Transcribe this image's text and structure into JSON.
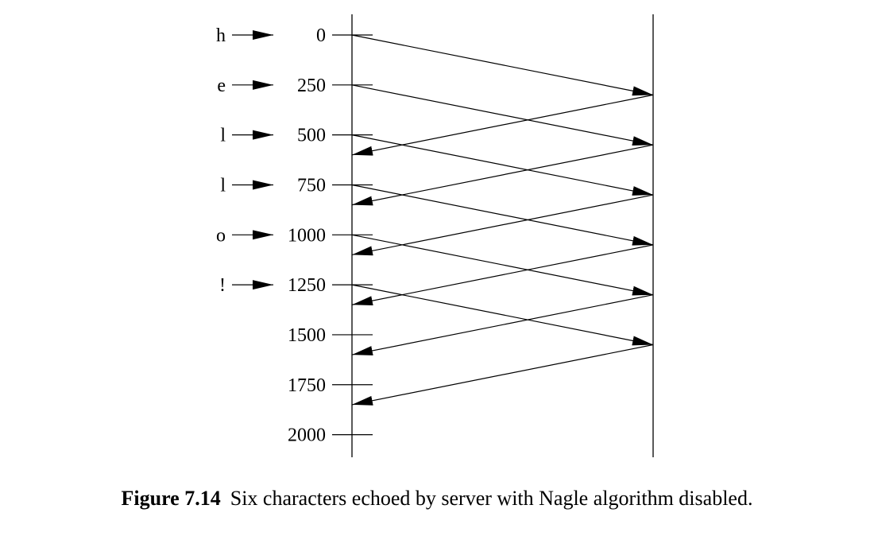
{
  "diagram": {
    "characters": [
      "h",
      "e",
      "l",
      "l",
      "o",
      "!"
    ],
    "time_ticks": [
      "0",
      "250",
      "500",
      "750",
      "1000",
      "1250",
      "1500",
      "1750",
      "2000"
    ],
    "messages": [
      {
        "direction": "client-to-server",
        "send_time": 0,
        "arrive_time": 300
      },
      {
        "direction": "client-to-server",
        "send_time": 250,
        "arrive_time": 550
      },
      {
        "direction": "client-to-server",
        "send_time": 500,
        "arrive_time": 800
      },
      {
        "direction": "client-to-server",
        "send_time": 750,
        "arrive_time": 1050
      },
      {
        "direction": "client-to-server",
        "send_time": 1000,
        "arrive_time": 1300
      },
      {
        "direction": "client-to-server",
        "send_time": 1250,
        "arrive_time": 1550
      },
      {
        "direction": "server-to-client",
        "send_time": 300,
        "arrive_time": 600
      },
      {
        "direction": "server-to-client",
        "send_time": 550,
        "arrive_time": 850
      },
      {
        "direction": "server-to-client",
        "send_time": 800,
        "arrive_time": 1100
      },
      {
        "direction": "server-to-client",
        "send_time": 1050,
        "arrive_time": 1350
      },
      {
        "direction": "server-to-client",
        "send_time": 1300,
        "arrive_time": 1600
      },
      {
        "direction": "server-to-client",
        "send_time": 1550,
        "arrive_time": 1850
      }
    ]
  },
  "caption": {
    "figure_number": "Figure 7.14",
    "text": "Six characters echoed by server with Nagle algorithm disabled."
  }
}
